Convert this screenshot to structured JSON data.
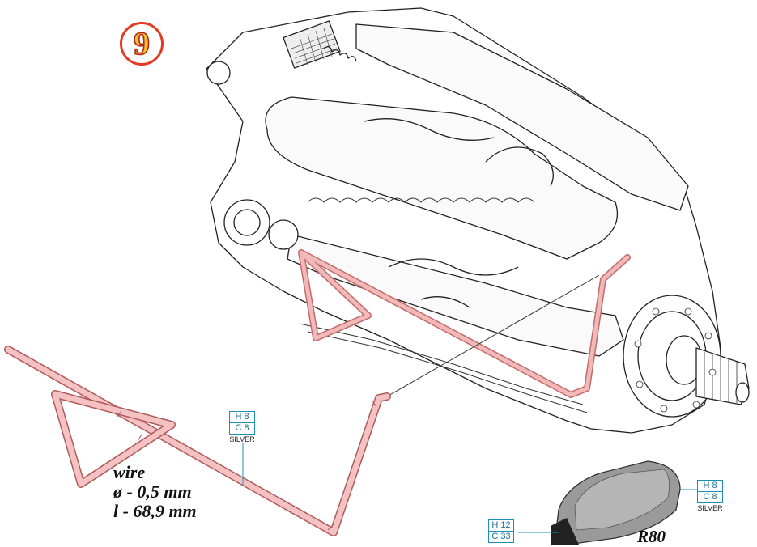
{
  "step": {
    "number": "9"
  },
  "wire": {
    "title": "wire",
    "diameter": "ø - 0,5 mm",
    "length": "l - 68,9 mm"
  },
  "paint_wire": {
    "top": "H 8",
    "bottom": "C 8",
    "name": "SILVER"
  },
  "paint_cover": {
    "top": "H 8",
    "bottom": "C 8",
    "name": "SILVER"
  },
  "paint_hose": {
    "top": "H 12",
    "bottom": "C 33"
  },
  "part": {
    "code": "R80"
  },
  "colors": {
    "wire": "#f2b9b9",
    "outline": "#c46a6a",
    "callout": "#1a8fb8",
    "badge_ring": "#e23b22",
    "badge_fill": "#f3c12a"
  }
}
